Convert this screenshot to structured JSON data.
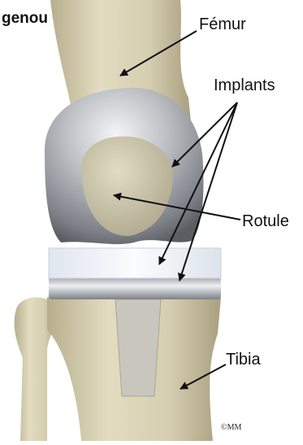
{
  "title": "genou",
  "labels": {
    "femur": "Fémur",
    "implants": "Implants",
    "rotule": "Rotule",
    "tibia": "Tibia"
  },
  "copyright": "©MM",
  "colors": {
    "bone": "#d9d1b3",
    "bone_shadow": "#a89f7f",
    "metal": "#b9bcc0",
    "metal_dark": "#6f7378",
    "plastic": "#f1f4f8",
    "arrow": "#111111"
  }
}
